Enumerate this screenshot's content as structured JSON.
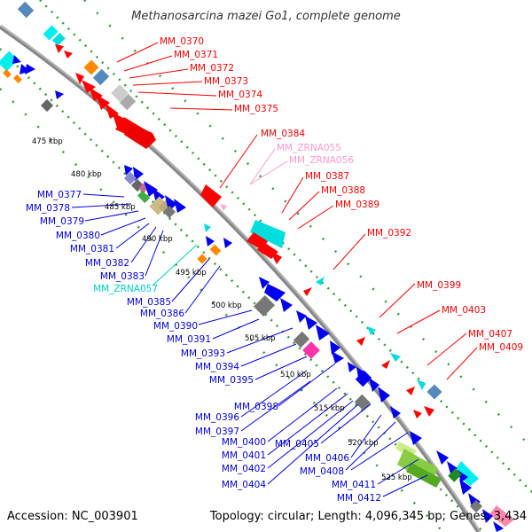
{
  "title": "Methanosarcina mazei Go1, complete genome",
  "accession": "Accession: NC_003901",
  "topology": "Topology: circular; Length: 4,096,345 bp; Genes: 3,434",
  "colors": {
    "forward_label": "#ff0000",
    "reverse_label": "#0000dd",
    "ncrna_label_forward": "#ff99cc",
    "ncrna_label_reverse": "#00cccc",
    "backbone": "#888888",
    "track_dots": "#339933"
  },
  "kbp_ticks": [
    "475 kbp",
    "480 kbp",
    "485 kbp",
    "490 kbp",
    "495 kbp",
    "500 kbp",
    "505 kbp",
    "510 kbp",
    "515 kbp",
    "520 kbp",
    "525 kbp"
  ],
  "forward_labels": [
    "MM_0370",
    "MM_0371",
    "MM_0372",
    "MM_0373",
    "MM_0374",
    "MM_0375",
    "MM_0384",
    "MM_ZRNA055",
    "MM_ZRNA056",
    "MM_0387",
    "MM_0388",
    "MM_0389",
    "MM_0392",
    "MM_0399",
    "MM_0403",
    "MM_0407",
    "MM_0409"
  ],
  "reverse_labels": [
    "MM_0377",
    "MM_0378",
    "MM_0379",
    "MM_0380",
    "MM_0381",
    "MM_0382",
    "MM_0383",
    "MM_ZRNA057",
    "MM_0385",
    "MM_0386",
    "MM_0390",
    "MM_0391",
    "MM_0393",
    "MM_0394",
    "MM_0395",
    "MM_0396",
    "MM_0397",
    "MM_0398",
    "MM_0400",
    "MM_0401",
    "MM_0402",
    "MM_0404",
    "MM_0405",
    "MM_0406",
    "MM_0408",
    "MM_0411",
    "MM_0412"
  ]
}
